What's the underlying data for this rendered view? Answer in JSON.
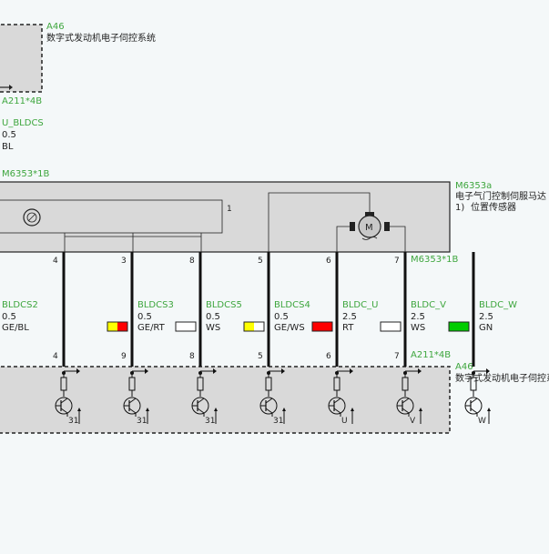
{
  "colors": {
    "background": "#f4f8f9",
    "label_green": "#3ea63e",
    "module_fill": "#d9d9d9",
    "motor_fill": "#c8c8c8",
    "wire": "#111111"
  },
  "top_module": {
    "ref": "A46",
    "name": "数字式发动机电子伺控系统",
    "connector": "A211*4B"
  },
  "top_wire": {
    "signal": "U_BLDCS",
    "size": "0.5",
    "color": "BL"
  },
  "motor": {
    "connector_top": "M6353*1B",
    "ref": "M6353a",
    "name": "电子气门控制伺服马达",
    "note_num": "1)",
    "note_text": "位置传感器",
    "sensor_pin": "1",
    "motor_icon": "motor-icon",
    "sensor_icon": "position-sensor-icon",
    "connector_bottom": "M6353*1B"
  },
  "wires": [
    {
      "top_pin": "4",
      "signal": "BLDCS2",
      "size": "0.5",
      "color": "GE/BL",
      "swatch": [
        "#ffff00",
        "#ff0000"
      ],
      "bottom_pin": "4",
      "gnd": "31"
    },
    {
      "top_pin": "3",
      "signal": "BLDCS3",
      "size": "0.5",
      "color": "GE/RT",
      "swatch": [
        "#ffffff"
      ],
      "bottom_pin": "9",
      "gnd": "31"
    },
    {
      "top_pin": "8",
      "signal": "BLDCS5",
      "size": "0.5",
      "color": "WS",
      "swatch": [
        "#ffff00",
        "#ffffff"
      ],
      "bottom_pin": "8",
      "gnd": "31"
    },
    {
      "top_pin": "5",
      "signal": "BLDCS4",
      "size": "0.5",
      "color": "GE/WS",
      "swatch": [
        "#ff0000"
      ],
      "bottom_pin": "5",
      "gnd": "31"
    },
    {
      "top_pin": "6",
      "signal": "BLDC_U",
      "size": "2.5",
      "color": "RT",
      "swatch": [
        "#ffffff"
      ],
      "bottom_pin": "6",
      "gnd": "U"
    },
    {
      "top_pin": "7",
      "signal": "BLDC_V",
      "size": "2.5",
      "color": "WS",
      "swatch": [
        "#00cc00"
      ],
      "bottom_pin": "7",
      "gnd": "V"
    },
    {
      "top_pin": "",
      "signal": "BLDC_W",
      "size": "2.5",
      "color": "GN",
      "swatch": [],
      "bottom_pin": "",
      "gnd": "W"
    }
  ],
  "bottom_module": {
    "connector": "A211*4B",
    "ref": "A46",
    "name": "数字式发动机电子伺控系统"
  },
  "icons": {
    "transistor": "transistor-icon",
    "resistor": "resistor-icon",
    "arrow": "arrow-right-icon",
    "ground": "ground-icon"
  }
}
